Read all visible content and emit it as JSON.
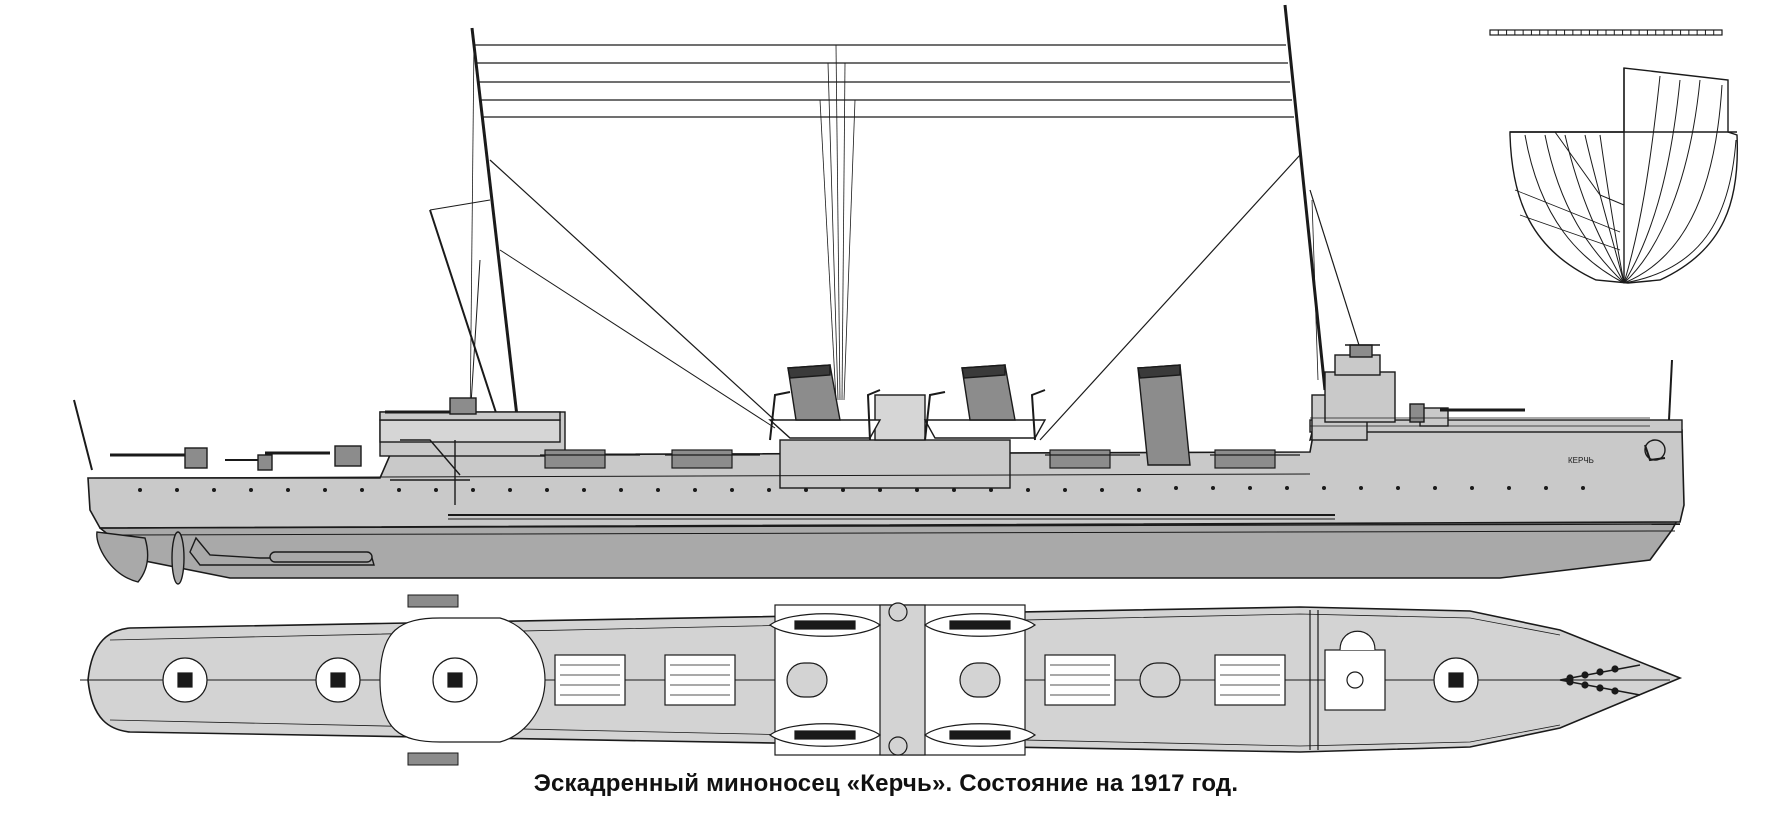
{
  "caption": "Эскадренный миноносец «Керчь». Состояние на 1917 год.",
  "ship_name_on_hull": "КЕРЧЬ",
  "colors": {
    "hull_upper": "#c9c9c9",
    "hull_lower": "#a9a9a9",
    "deck": "#d3d3d3",
    "line": "#1a1a1a",
    "funnel": "#8c8c8c",
    "white_area": "#ffffff"
  },
  "views": [
    "side-profile",
    "deck-plan",
    "body-plan",
    "scale-bar"
  ]
}
